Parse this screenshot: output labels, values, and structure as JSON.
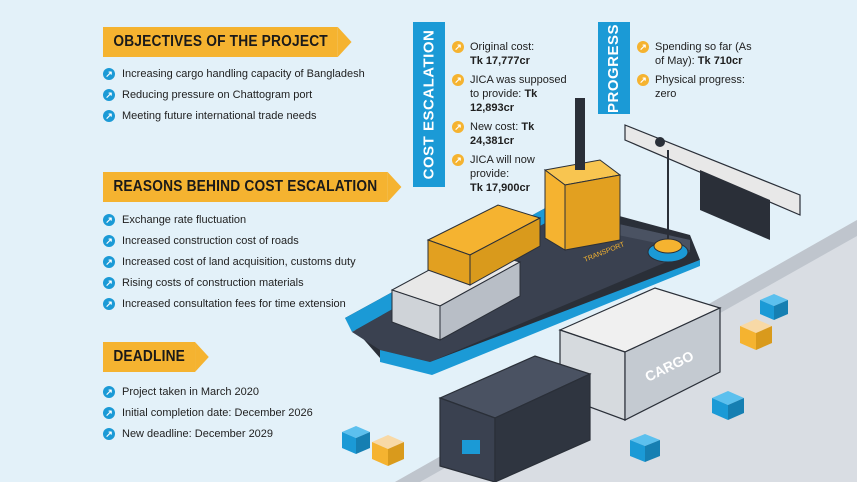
{
  "objectives": {
    "heading": "OBJECTIVES OF THE PROJECT",
    "items": [
      "Increasing cargo handling capacity of Bangladesh",
      "Reducing pressure on Chattogram port",
      "Meeting future international trade needs"
    ]
  },
  "reasons": {
    "heading": "REASONS BEHIND COST ESCALATION",
    "items": [
      "Exchange rate fluctuation",
      "Increased construction cost of roads",
      "Increased cost of land acquisition, customs duty",
      "Rising costs of construction materials",
      "Increased consultation fees for time extension"
    ]
  },
  "deadline": {
    "heading": "DEADLINE",
    "items": [
      "Project taken in March 2020",
      "Initial completion date: December 2026",
      "New deadline: December 2029"
    ]
  },
  "cost_escalation": {
    "label": "COST ESCALATION",
    "items": [
      {
        "text": "Original cost:",
        "value": "Tk 17,777cr"
      },
      {
        "text": "JICA was supposed to provide:",
        "value": "Tk 12,893cr"
      },
      {
        "text": "New cost:",
        "value": "Tk 24,381cr"
      },
      {
        "text": "JICA will now provide:",
        "value": "Tk 17,900cr"
      }
    ]
  },
  "progress": {
    "label": "PROGRESS",
    "items": [
      {
        "text": "Spending so far (As of May):",
        "value": "Tk 710cr"
      },
      {
        "text": "Physical progress: zero",
        "value": ""
      }
    ]
  },
  "illustration": {
    "ship_label": "TRANSPORT",
    "container_label": "CARGO"
  },
  "colors": {
    "background": "#e3f1f9",
    "accent_yellow": "#f5b330",
    "accent_blue": "#1b9ad6",
    "dark": "#2a2f38"
  },
  "icons": {
    "bullet_arrow": "arrow-up-right-icon"
  }
}
